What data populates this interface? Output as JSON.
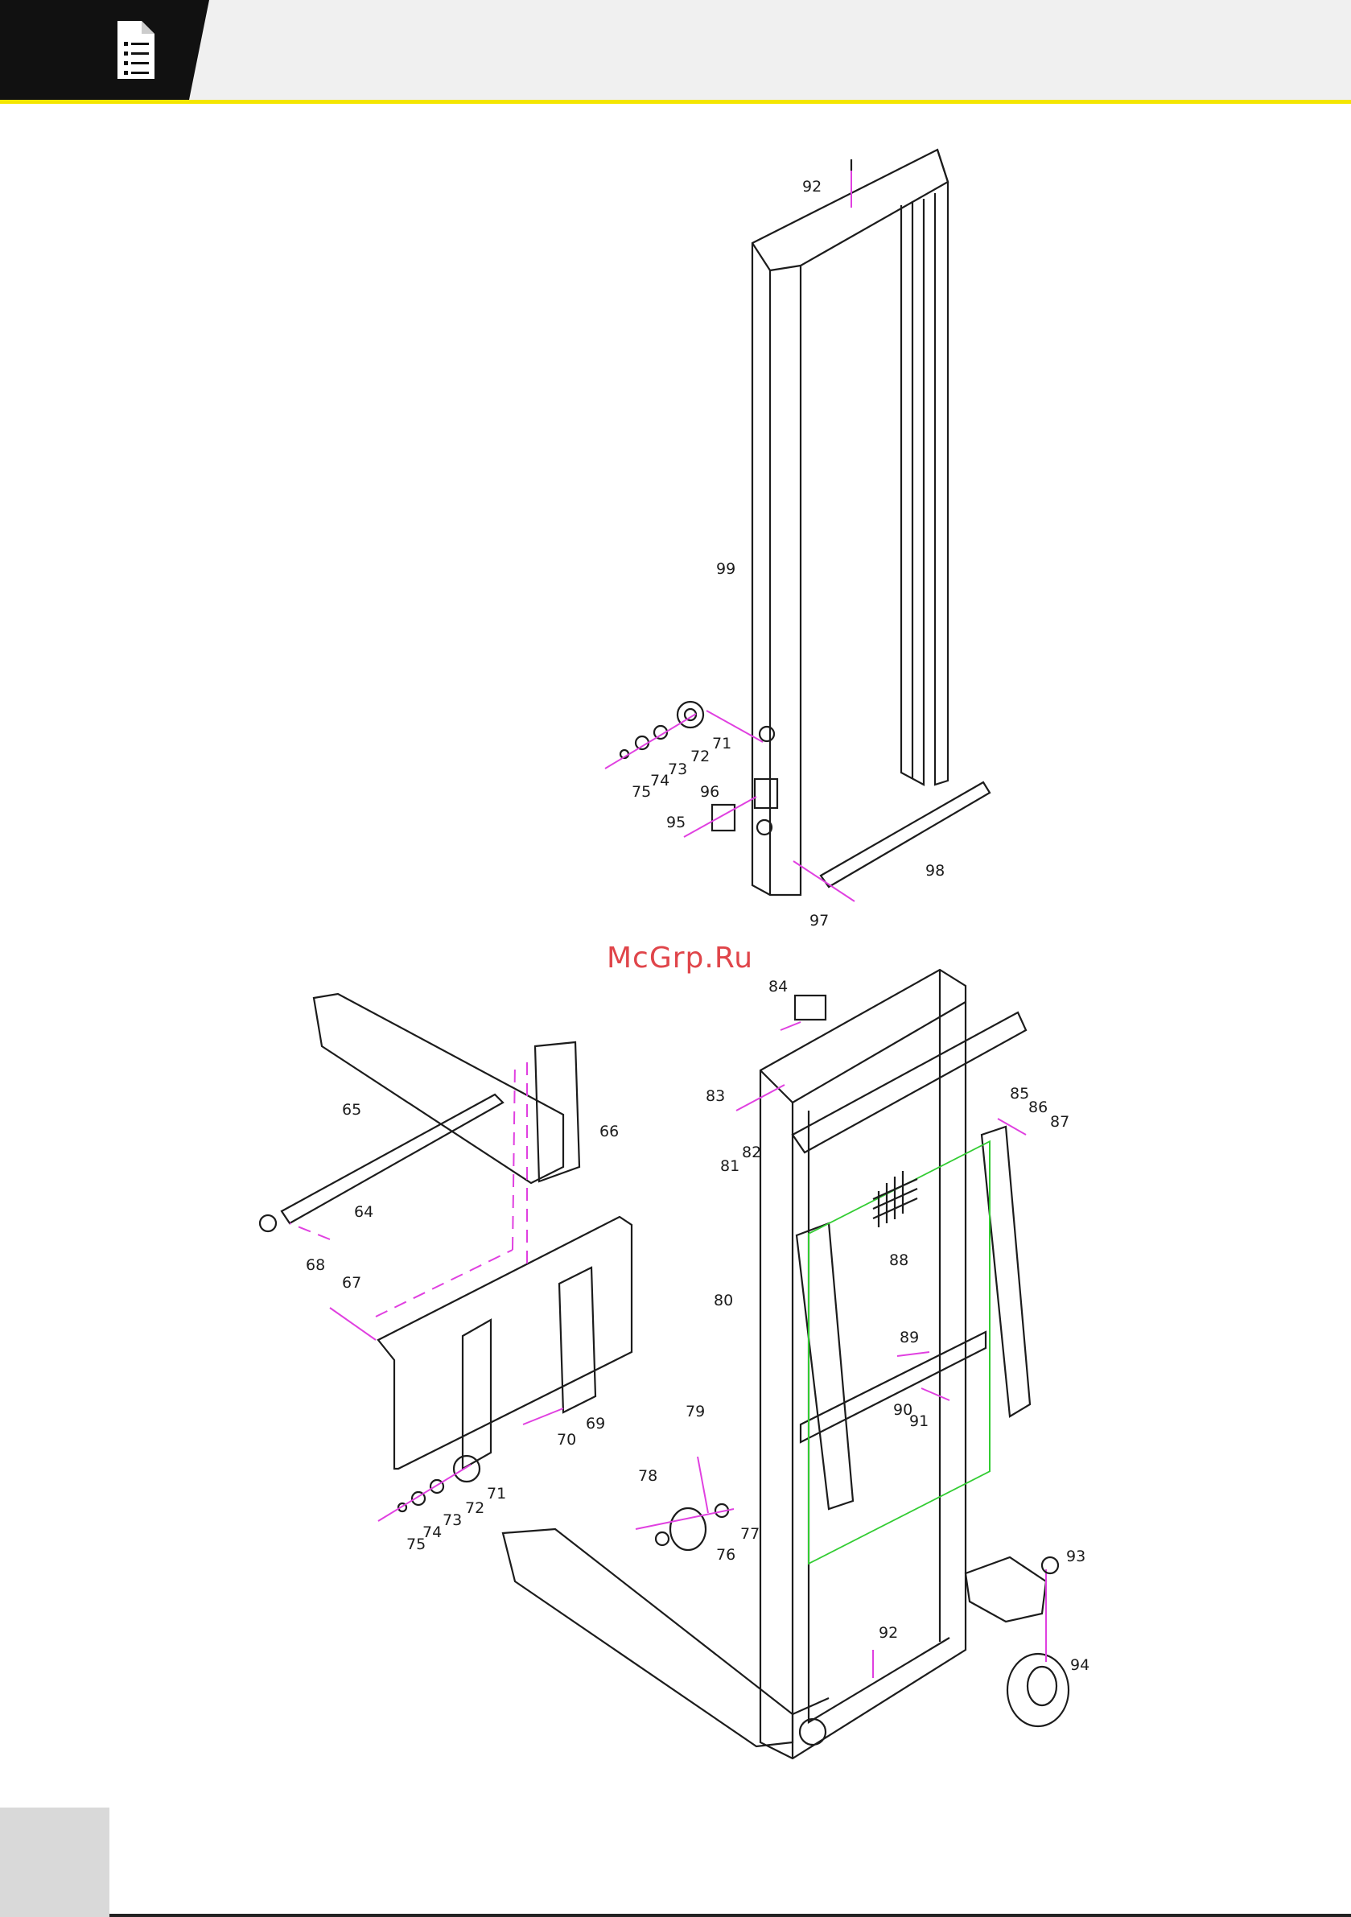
{
  "header": {
    "icon": "document-list-icon"
  },
  "watermark": "McGrp.Ru",
  "colors": {
    "accent": "#f4e600",
    "header_dark": "#111111",
    "leader_magenta": "#e040e0",
    "label_green": "#33cc33",
    "watermark": "#e0454a"
  },
  "upper_assembly": {
    "labels": [
      "92",
      "99",
      "71",
      "72",
      "73",
      "74",
      "75",
      "96",
      "95",
      "98",
      "97"
    ]
  },
  "lower_assembly": {
    "labels": [
      "84",
      "83",
      "82",
      "81",
      "85",
      "86",
      "87",
      "65",
      "66",
      "64",
      "68",
      "67",
      "80",
      "88",
      "89",
      "90",
      "91",
      "79",
      "69",
      "70",
      "78",
      "71",
      "72",
      "73",
      "74",
      "75",
      "77",
      "76",
      "93",
      "92",
      "94"
    ]
  }
}
